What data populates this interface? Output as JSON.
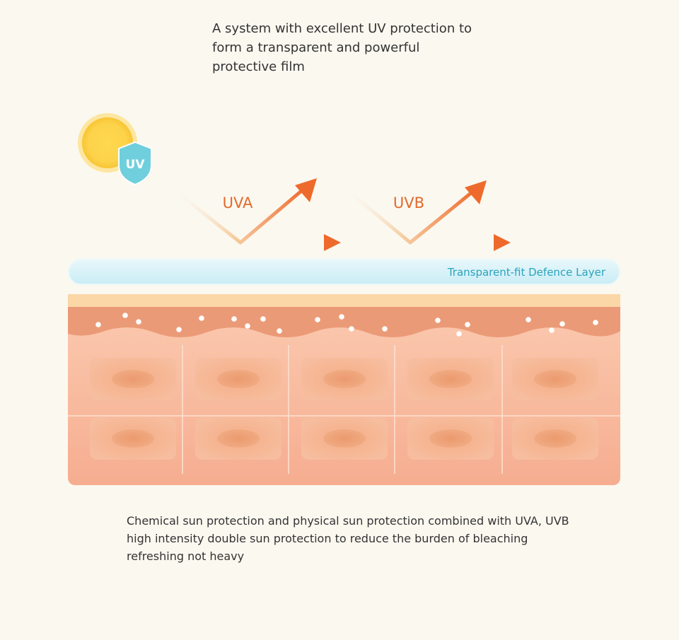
{
  "heading": "A system with excellent UV protection to\nform a transparent and powerful\nprotective film",
  "sun_badge": "UV",
  "rays": [
    {
      "label": "UVA"
    },
    {
      "label": "UVB"
    }
  ],
  "defence_layer_label": "Transparent-fit Defence Layer",
  "footer": "Chemical sun protection and physical sun protection combined with UVA, UVB\nhigh intensity double sun protection to reduce the burden of bleaching\nrefreshing not heavy",
  "colors": {
    "background": "#fbf8f0",
    "ray_orange": "#ee6a2c",
    "ray_label": "#e26a2c",
    "layer_fill": "#d6f1f8",
    "layer_text": "#2aa3bd",
    "shield": "#6fcfdc",
    "sun": "#fcd34a",
    "skin": "#f7b79b",
    "skin_cell": "#f2a683",
    "skin_top": "#e8926c"
  }
}
